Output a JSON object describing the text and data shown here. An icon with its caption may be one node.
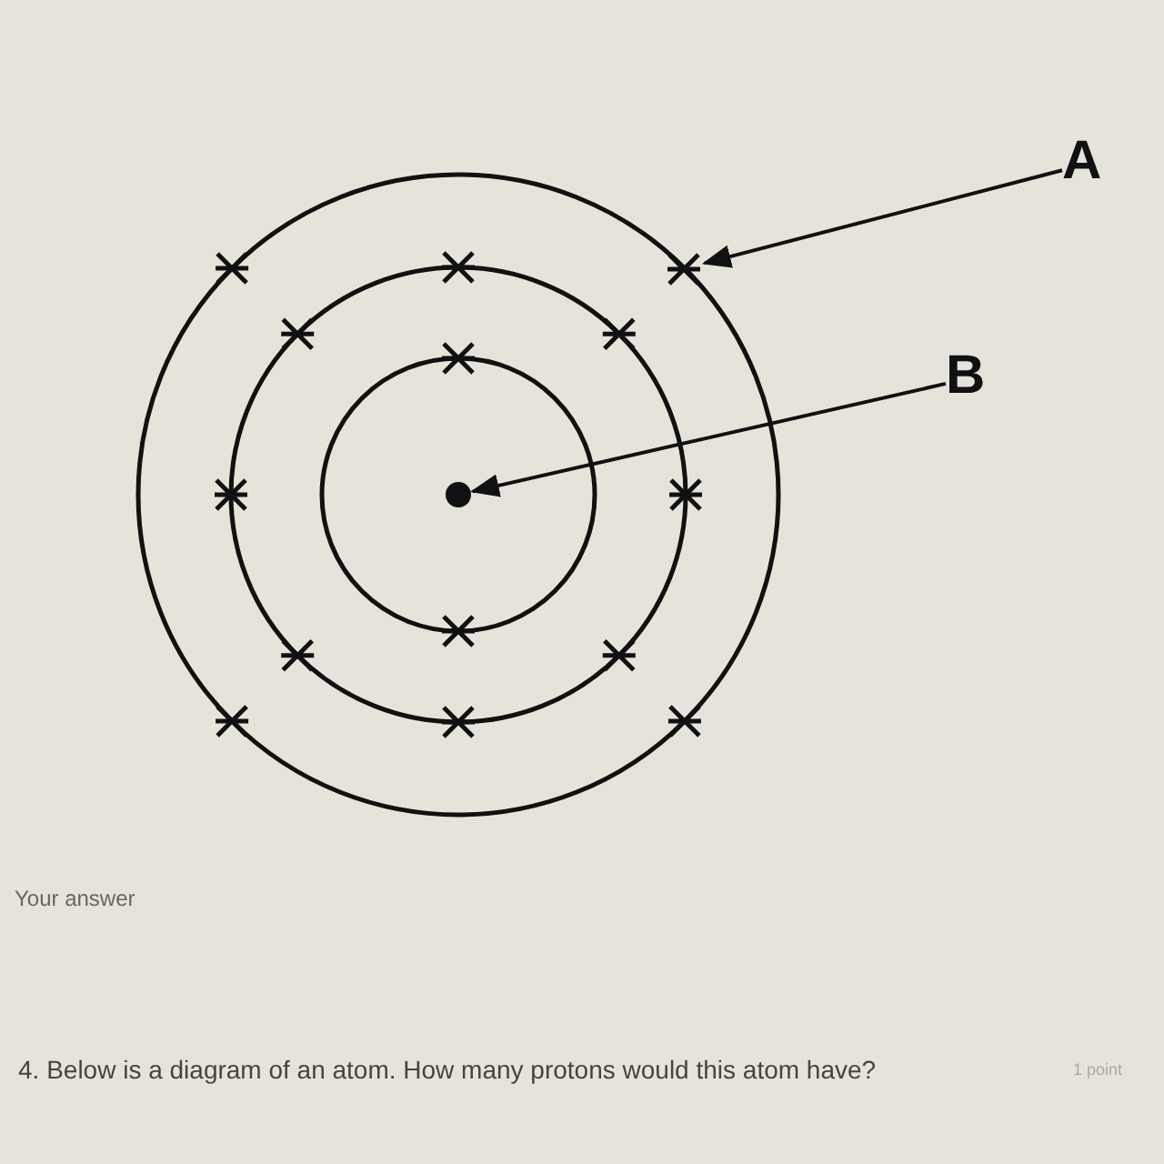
{
  "diagram": {
    "nodes": [
      {
        "text": [
          "A"
        ]
      },
      {
        "text": [],
        "shape": "cross"
      },
      {
        "text": [
          "B"
        ]
      },
      {
        "text": [],
        "shape": "circle"
      }
    ],
    "edges": [
      {
        "from": 0,
        "to": 1,
        "arrow": "to"
      },
      {
        "from": 2,
        "to": 3,
        "arrow": "to"
      }
    ],
    "labels": [
      "Your answer",
      "4. Below is a diagram of an atom. How many protons would this atom have?",
      "1 point"
    ]
  }
}
